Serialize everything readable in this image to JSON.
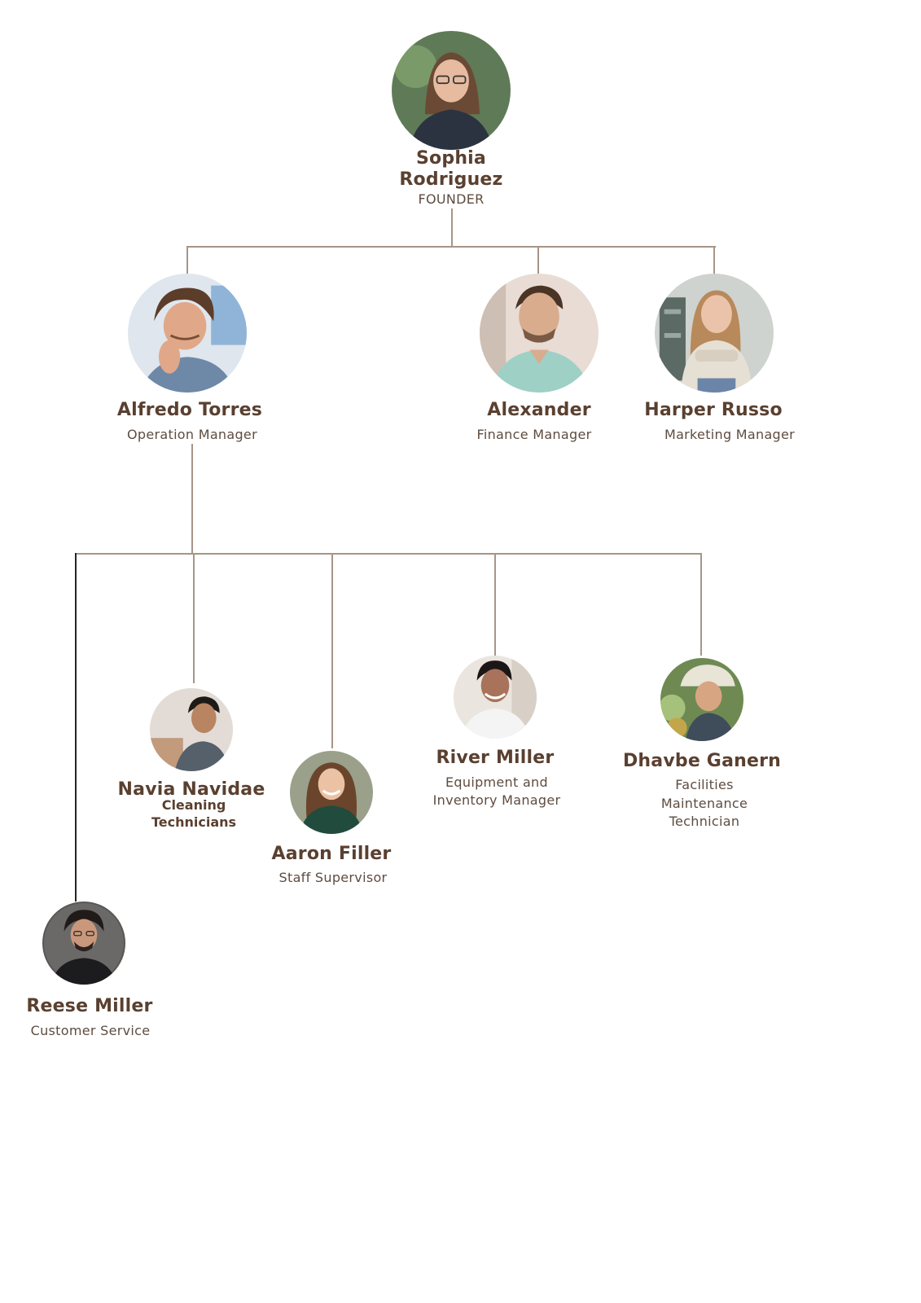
{
  "colors": {
    "name_text": "#5a4030",
    "role_text": "#5e4c40",
    "connector": "#a79588",
    "connector_dark": "#2a2320"
  },
  "founder": {
    "name_line1": "Sophia",
    "name_line2": "Rodriguez",
    "role": "FOUNDER",
    "photo_icon": "portrait-icon"
  },
  "managers": [
    {
      "name": "Alfredo Torres",
      "role": "Operation Manager",
      "photo_icon": "portrait-icon"
    },
    {
      "name": "Alexander",
      "role": "Finance Manager",
      "photo_icon": "portrait-icon"
    },
    {
      "name": "Harper Russo",
      "role": "Marketing Manager",
      "photo_icon": "portrait-icon"
    }
  ],
  "staff": [
    {
      "name": "Navia Navidae",
      "role_line1": "Cleaning",
      "role_line2": "Technicians",
      "photo_icon": "portrait-icon"
    },
    {
      "name": "Aaron Filler",
      "role": "Staff Supervisor",
      "photo_icon": "portrait-icon"
    },
    {
      "name": "River Miller",
      "role_line1": "Equipment and",
      "role_line2": "Inventory Manager",
      "photo_icon": "portrait-icon"
    },
    {
      "name": "Dhavbe Ganern",
      "role_line1": "Facilities",
      "role_line2": "Maintenance",
      "role_line3": "Technician",
      "photo_icon": "portrait-icon"
    },
    {
      "name": "Reese Miller",
      "role": "Customer Service",
      "photo_icon": "portrait-icon"
    }
  ]
}
